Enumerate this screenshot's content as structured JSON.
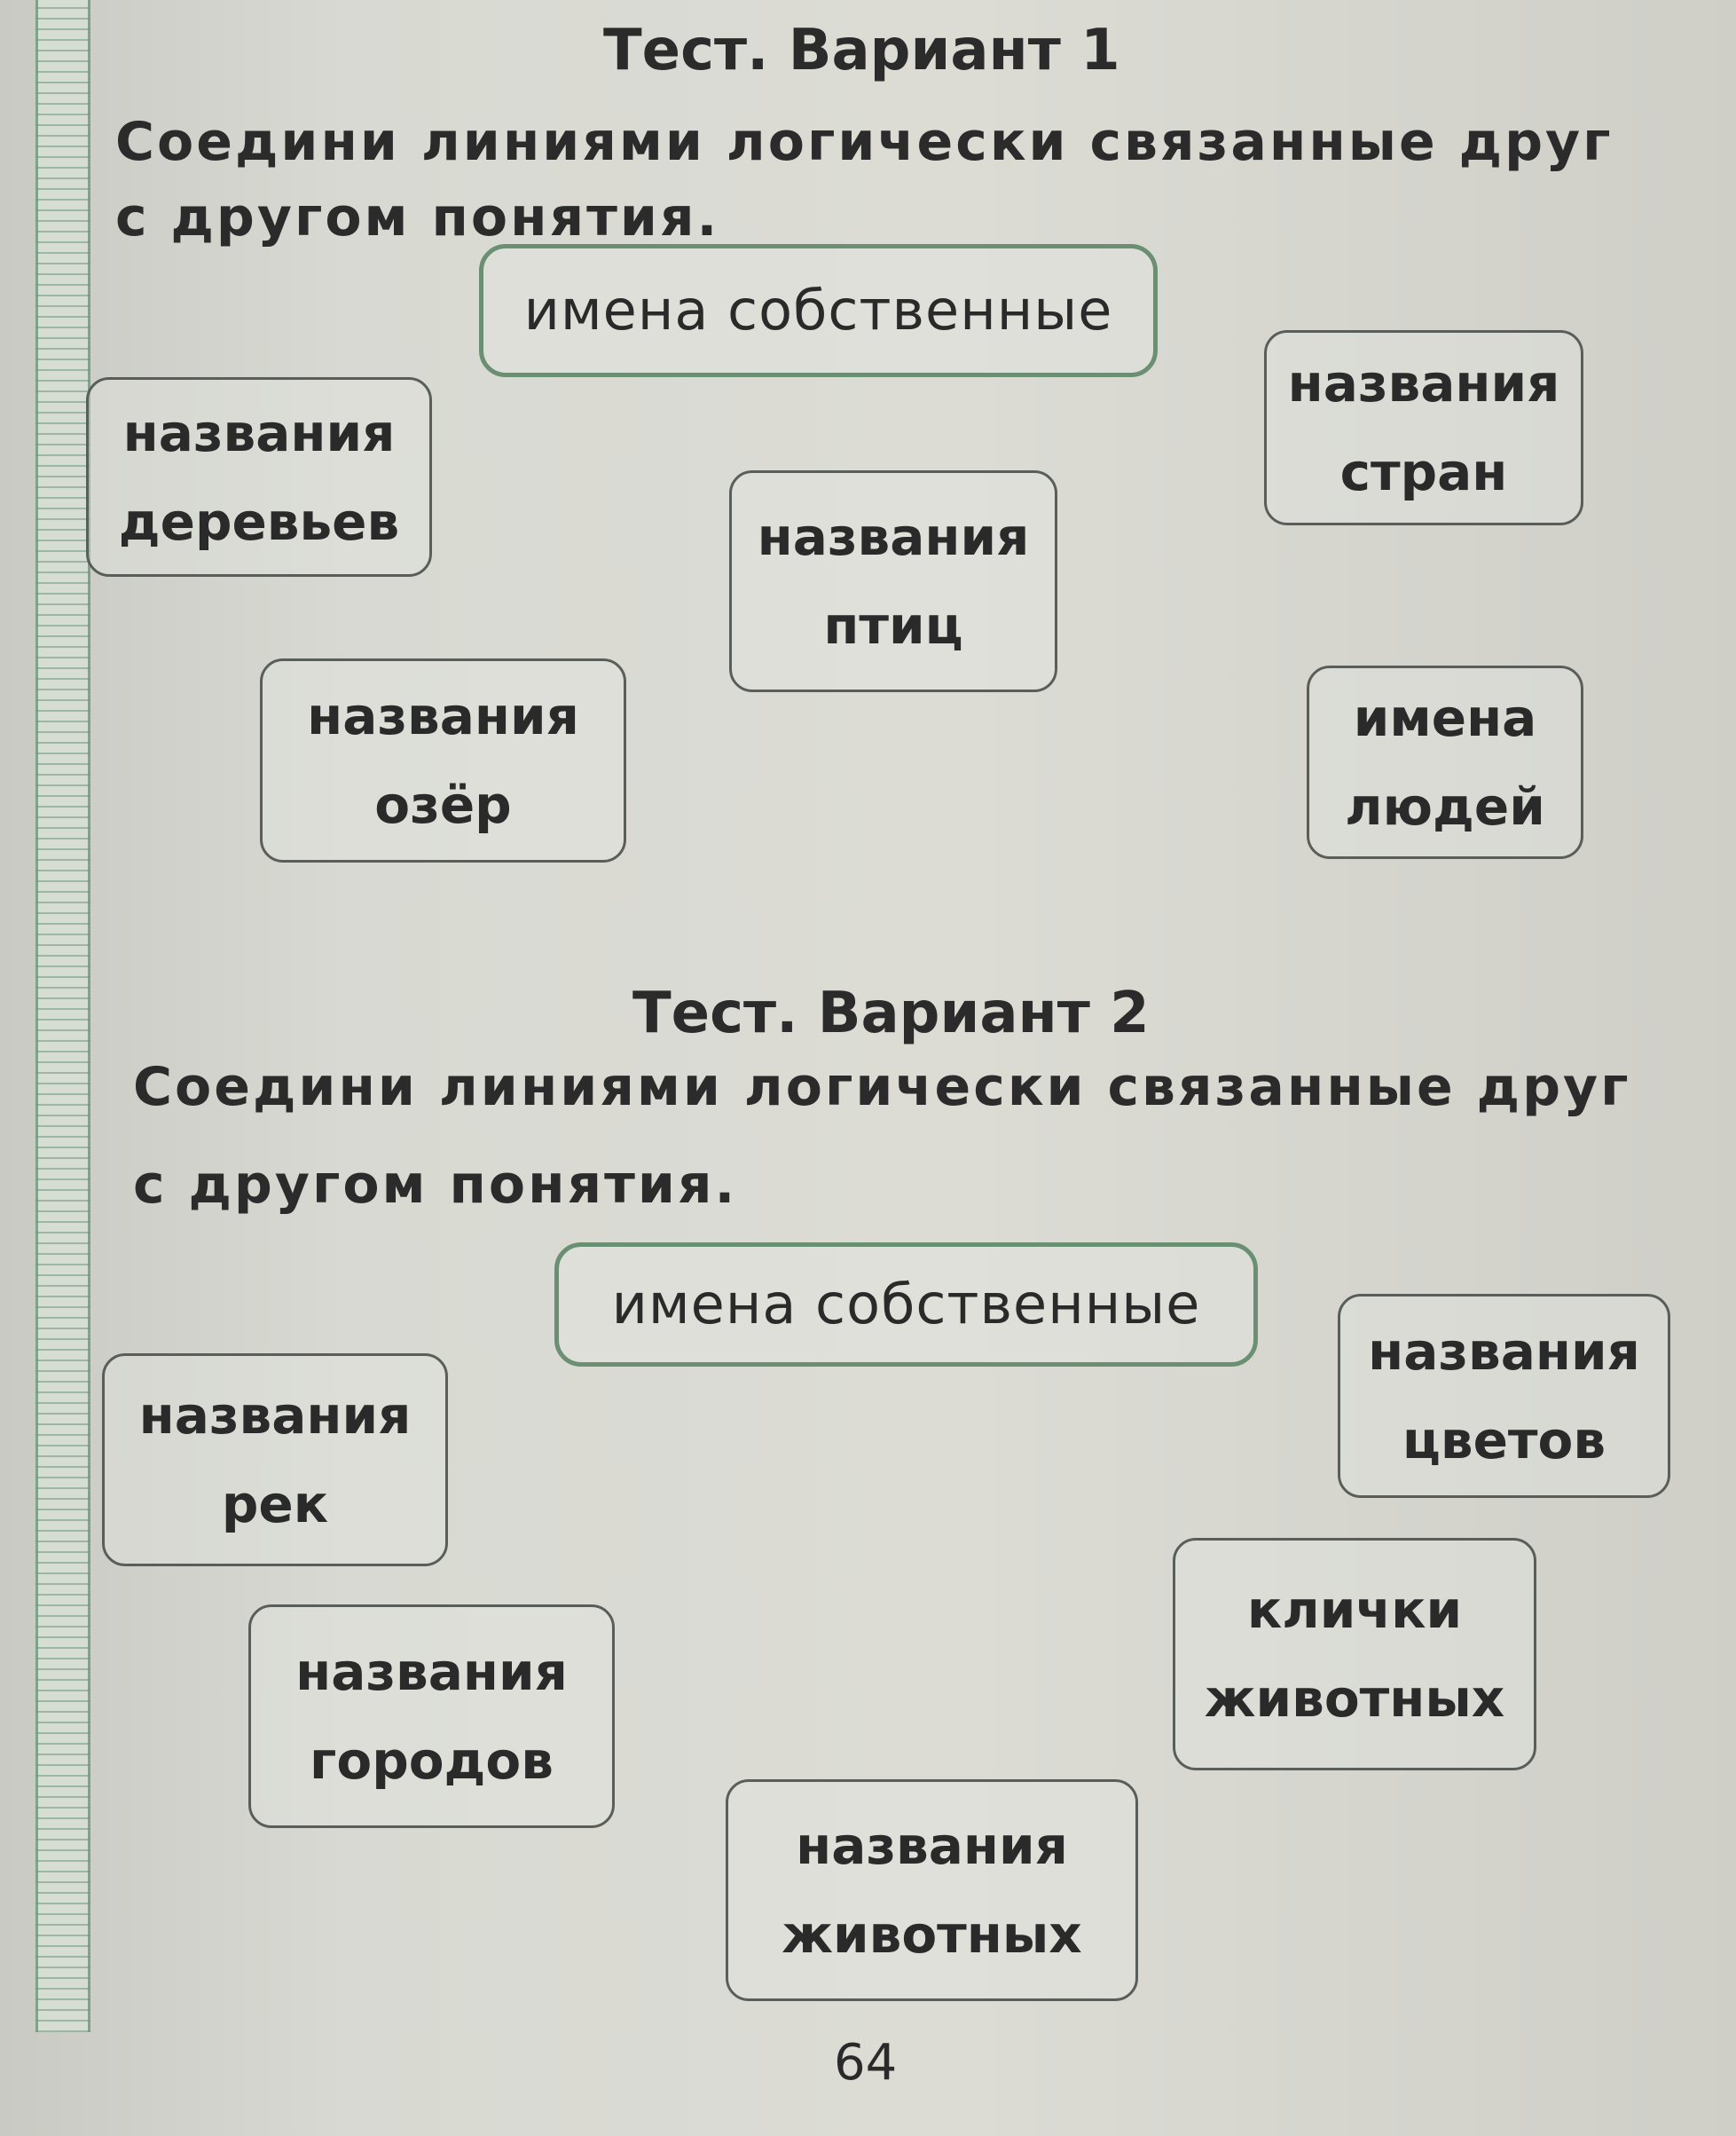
{
  "variant1": {
    "title": "Тест. Вариант 1",
    "instruction_line1": "Соедини линиями логически связанные друг",
    "instruction_line2": "с другом понятия.",
    "main": "имена собственные",
    "boxes": [
      {
        "line1": "названия",
        "line2": "деревьев"
      },
      {
        "line1": "названия",
        "line2": "стран"
      },
      {
        "line1": "названия",
        "line2": "птиц"
      },
      {
        "line1": "названия",
        "line2": "озёр"
      },
      {
        "line1": "имена",
        "line2": "людей"
      }
    ]
  },
  "variant2": {
    "title": "Тест. Вариант 2",
    "instruction_line1": "Соедини линиями логически связанные друг",
    "instruction_line2": "с другом понятия.",
    "main": "имена собственные",
    "boxes": [
      {
        "line1": "названия",
        "line2": "рек"
      },
      {
        "line1": "названия",
        "line2": "цветов"
      },
      {
        "line1": "названия",
        "line2": "городов"
      },
      {
        "line1": "клички",
        "line2": "животных"
      },
      {
        "line1": "названия",
        "line2": "животных"
      }
    ]
  },
  "page_number": "64"
}
